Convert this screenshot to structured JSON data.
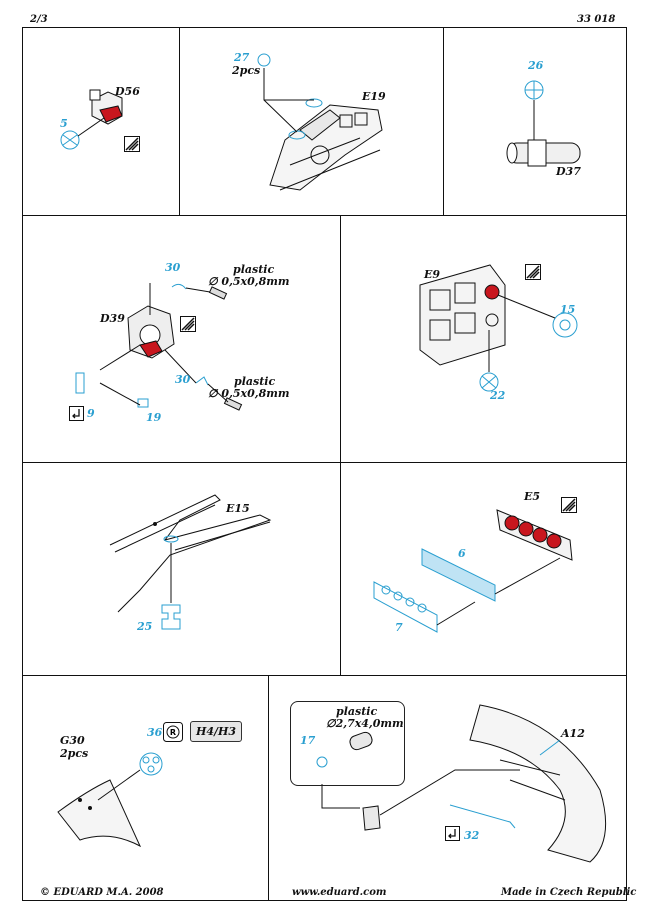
{
  "header": {
    "page": "2/3",
    "code": "33 018"
  },
  "footer": {
    "copyright": "© EDUARD  M.A. 2008",
    "website": "www.eduard.com",
    "made_in": "Made in Czech Republic"
  },
  "colors": {
    "pe_part": "#2a9fd0",
    "red_part": "#c8161e",
    "line": "#111111"
  },
  "panels": {
    "d56": {
      "label": "D56",
      "parts": [
        "5"
      ]
    },
    "e19": {
      "label": "E19",
      "part": "27",
      "qty": "2pcs"
    },
    "d37": {
      "label": "D37",
      "part": "26"
    },
    "d39": {
      "label": "D39",
      "parts": [
        "30",
        "30",
        "9",
        "19"
      ],
      "plastic_1": "plastic",
      "dim_1": "∅ 0,5x0,8mm",
      "plastic_2": "plastic",
      "dim_2": "∅ 0,5x0,8mm"
    },
    "e9": {
      "label": "E9",
      "parts": [
        "15",
        "22"
      ]
    },
    "e15": {
      "label": "E15",
      "part": "25"
    },
    "e5": {
      "label": "E5",
      "parts": [
        "6",
        "7"
      ]
    },
    "g30": {
      "label": "G30",
      "qty": "2pcs",
      "part": "36",
      "option": "H4/H3"
    },
    "a12": {
      "label": "A12",
      "parts": [
        "17",
        "32"
      ],
      "plastic": "plastic",
      "dim": "∅2,7x4,0mm"
    }
  },
  "icons": [
    "remove-plastic-detail-icon",
    "bend-icon",
    "resin-icon"
  ]
}
